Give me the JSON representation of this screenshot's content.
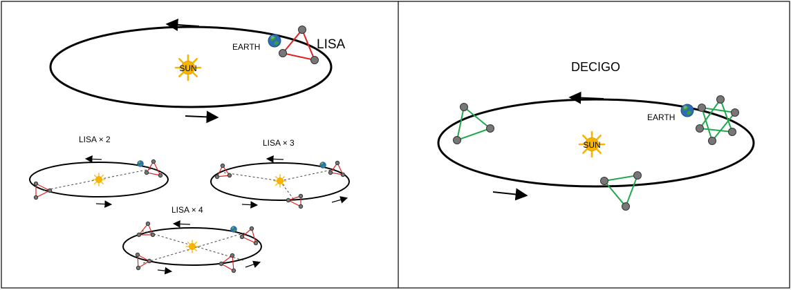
{
  "labels": {
    "earth": "EARTH",
    "sun": "SUN",
    "lisa": "LISA",
    "lisa_x2": "LISA × 2",
    "lisa_x3": "LISA × 3",
    "lisa_x4": "LISA × 4",
    "decigo": "DECIGO"
  },
  "colors": {
    "lisa_constellation": "#e02020",
    "decigo_constellation": "#1fa84a",
    "sun": "#f7b500",
    "spacecraft": "#777777",
    "earth_ocean": "#2a6fb5",
    "earth_land": "#3f9b3a"
  }
}
